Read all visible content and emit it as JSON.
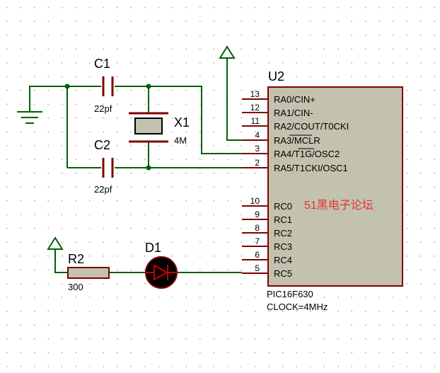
{
  "ic": {
    "ref": "U2",
    "part": "PIC16F630",
    "clock": "CLOCK=4MHz",
    "watermark": "51黑电子论坛",
    "pins": [
      {
        "num": "13",
        "name": "RA0/CIN+"
      },
      {
        "num": "12",
        "name": "RA1/CIN-"
      },
      {
        "num": "11",
        "name": "RA2/COUT/T0CKI"
      },
      {
        "num": "4",
        "name": "RA3/MCLR"
      },
      {
        "num": "3",
        "name": "RA4/T1G/OSC2"
      },
      {
        "num": "2",
        "name": "RA5/T1CKI/OSC1"
      },
      {
        "num": "10",
        "name": "RC0"
      },
      {
        "num": "9",
        "name": "RC1"
      },
      {
        "num": "8",
        "name": "RC2"
      },
      {
        "num": "7",
        "name": "RC3"
      },
      {
        "num": "6",
        "name": "RC4"
      },
      {
        "num": "5",
        "name": "RC5"
      }
    ]
  },
  "c1": {
    "ref": "C1",
    "value": "22pf"
  },
  "c2": {
    "ref": "C2",
    "value": "22pf"
  },
  "x1": {
    "ref": "X1",
    "value": "4M"
  },
  "r2": {
    "ref": "R2",
    "value": "300"
  },
  "d1": {
    "ref": "D1"
  }
}
